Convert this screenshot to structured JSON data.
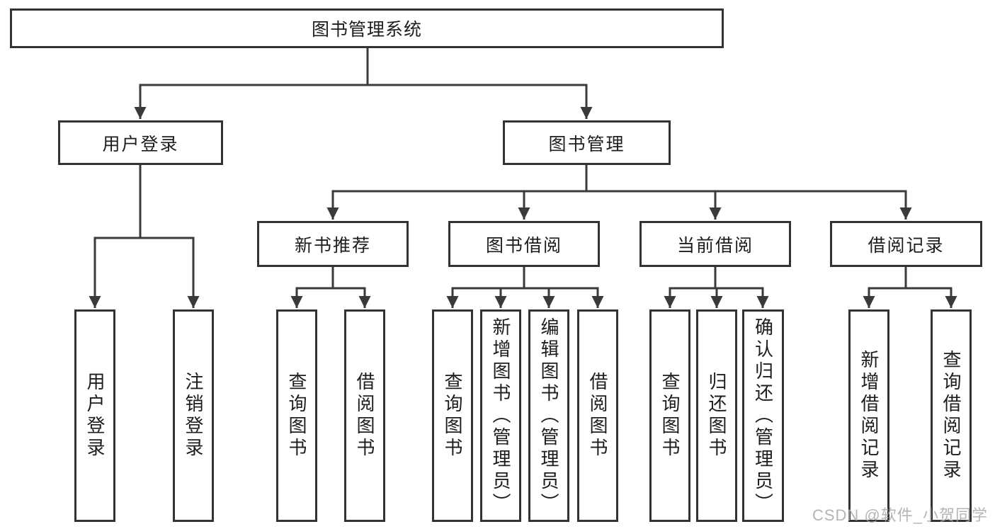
{
  "page": {
    "background": "#ffffff",
    "watermark": "CSDN @软件_小贺同学",
    "colors": {
      "line": "#3a3a3a",
      "box_border": "#333333",
      "text": "#1d1d1f",
      "watermark": "#a9a9a9"
    }
  },
  "tree": {
    "root": {
      "label": "图书管理系统"
    },
    "user_login": {
      "label": "用户登录"
    },
    "book_management": {
      "label": "图书管理"
    },
    "new_book_recommend": {
      "label": "新书推荐"
    },
    "book_borrow": {
      "label": "图书借阅"
    },
    "current_borrow": {
      "label": "当前借阅"
    },
    "borrow_records": {
      "label": "借阅记录"
    },
    "user_login_children": [
      {
        "label": "用户登录"
      },
      {
        "label": "注销登录"
      }
    ],
    "new_book_recommend_children": [
      {
        "label": "查询图书"
      },
      {
        "label": "借阅图书"
      }
    ],
    "book_borrow_children": [
      {
        "label": "查询图书"
      },
      {
        "label": "新增图书（管理员）"
      },
      {
        "label": "编辑图书（管理员）"
      },
      {
        "label": "借阅图书"
      }
    ],
    "current_borrow_children": [
      {
        "label": "查询图书"
      },
      {
        "label": "归还图书"
      },
      {
        "label": "确认归还（管理员）"
      }
    ],
    "borrow_records_children": [
      {
        "label": "新增借阅记录"
      },
      {
        "label": "查询借阅记录"
      }
    ]
  }
}
